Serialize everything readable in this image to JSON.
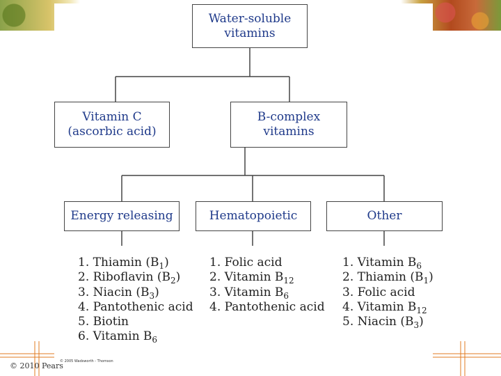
{
  "diagram": {
    "root": {
      "line1": "Water-soluble",
      "line2": "vitamins"
    },
    "level1": [
      {
        "line1": "Vitamin C",
        "line2": "(ascorbic acid)"
      },
      {
        "line1": "B-complex",
        "line2": "vitamins"
      }
    ],
    "categories": [
      {
        "label": "Energy releasing",
        "items": [
          {
            "text": "1. Thiamin (B",
            "sub": "1",
            "tail": ")"
          },
          {
            "text": "2. Riboflavin (B",
            "sub": "2",
            "tail": ")"
          },
          {
            "text": "3. Niacin (B",
            "sub": "3",
            "tail": ")"
          },
          {
            "text": "4. Pantothenic acid",
            "sub": "",
            "tail": ""
          },
          {
            "text": "5. Biotin",
            "sub": "",
            "tail": ""
          },
          {
            "text": "6. Vitamin B",
            "sub": "6",
            "tail": ""
          }
        ]
      },
      {
        "label": "Hematopoietic",
        "items": [
          {
            "text": "1. Folic acid",
            "sub": "",
            "tail": ""
          },
          {
            "text": "2. Vitamin B",
            "sub": "12",
            "tail": ""
          },
          {
            "text": "3. Vitamin B",
            "sub": "6",
            "tail": ""
          },
          {
            "text": "4. Pantothenic acid",
            "sub": "",
            "tail": ""
          }
        ]
      },
      {
        "label": "Other",
        "items": [
          {
            "text": "1. Vitamin B",
            "sub": "6",
            "tail": ""
          },
          {
            "text": "2. Thiamin (B",
            "sub": "1",
            "tail": ")"
          },
          {
            "text": "3. Folic acid",
            "sub": "",
            "tail": ""
          },
          {
            "text": "4. Vitamin B",
            "sub": "12",
            "tail": ""
          },
          {
            "text": "5. Niacin (B",
            "sub": "3",
            "tail": ")"
          }
        ]
      }
    ]
  },
  "footer": {
    "copyright": "© 2010 Pears",
    "credit": "© 2005 Wadsworth - Thomson"
  },
  "colors": {
    "box_text": "#1f3a8a",
    "list_text": "#1f1f1f",
    "lines": "#444444",
    "accent": "#e07b20"
  }
}
